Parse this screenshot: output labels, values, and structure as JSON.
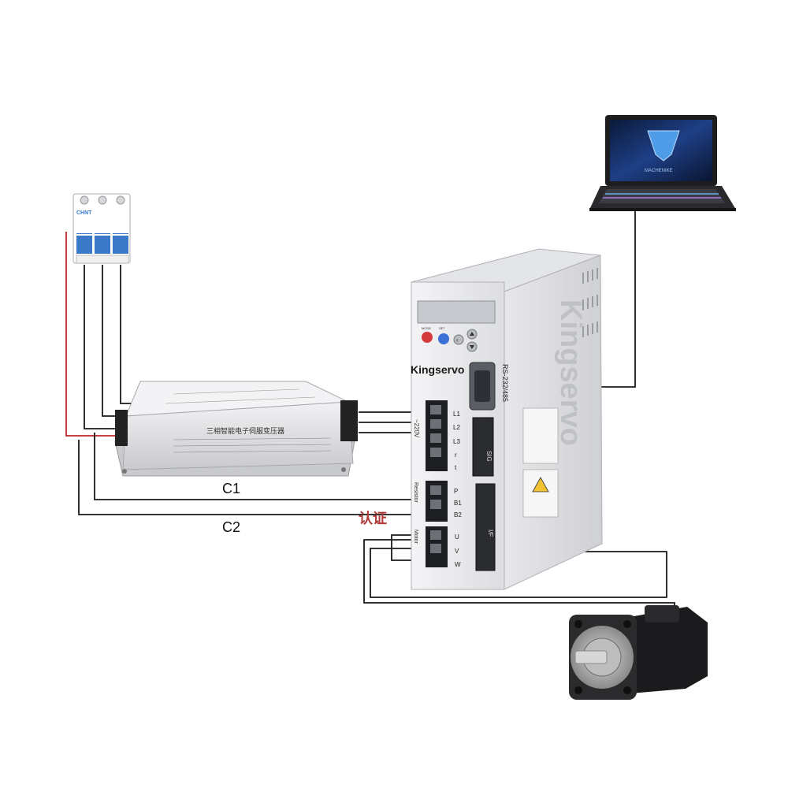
{
  "labels": {
    "c1": "C1",
    "c2": "C2",
    "cert": "认证"
  },
  "drive": {
    "brand": "Kingservo",
    "side_brand": "Kingservo",
    "port_rs": "RS-232/485",
    "port_sig": "SIG",
    "port_io": "I/F",
    "power_ac": "~220V",
    "power_terms": [
      "L1",
      "L2",
      "L3",
      "r",
      "t"
    ],
    "resistor_label": "Resistor",
    "resistor_terms": [
      "P",
      "B1",
      "B2"
    ],
    "motor_label": "Motor",
    "motor_terms": [
      "U",
      "V",
      "W"
    ],
    "btn1": "MODE",
    "btn2": "SET"
  },
  "transformer": {
    "title": "三相智能电子伺服变压器"
  },
  "breaker": {
    "brand": "CHNT"
  },
  "laptop": {
    "screen_text": "MACHENIKE"
  },
  "colors": {
    "wire_black": "#1a1a1a",
    "wire_red": "#c0262d",
    "breaker_blue": "#3a78c8",
    "drive_body": "#ececee",
    "cert_red": "#b03a3a"
  }
}
